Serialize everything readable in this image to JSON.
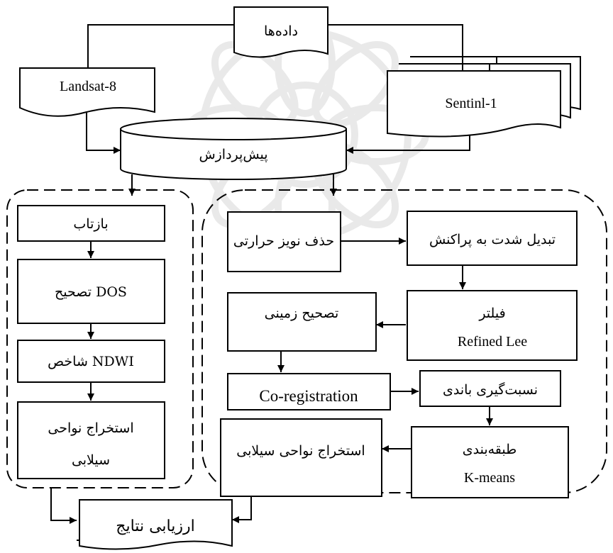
{
  "nodes": {
    "data": "داده‌ها",
    "landsat": "Landsat-8",
    "sentinel": "Sentinl-1",
    "preprocess": "پیش‌پردازش",
    "reflectance": "بازتاب",
    "dos_correction": "تصحیح DOS",
    "ndwi": "شاخص NDWI",
    "landsat_extract_line1": "استخراج نواحی",
    "landsat_extract_line2": "سیلابی",
    "thermal_noise": "حذف نویز حرارتی",
    "intensity_to_backscatter": "تبدیل شدت به پراکنش",
    "filter_line1": "فیلتر",
    "filter_line2": "Refined Lee",
    "terrain_correction": "تصحیح زمینی",
    "coregistration": "Co-registration",
    "band_ratio": "نسبت‌گیری باندی",
    "classification_line1": "طبقه‌بندی",
    "classification_line2": "K-means",
    "sentinel_extract": "استخراج نواحی سیلابی",
    "evaluation": "ارزیابی نتایج"
  }
}
